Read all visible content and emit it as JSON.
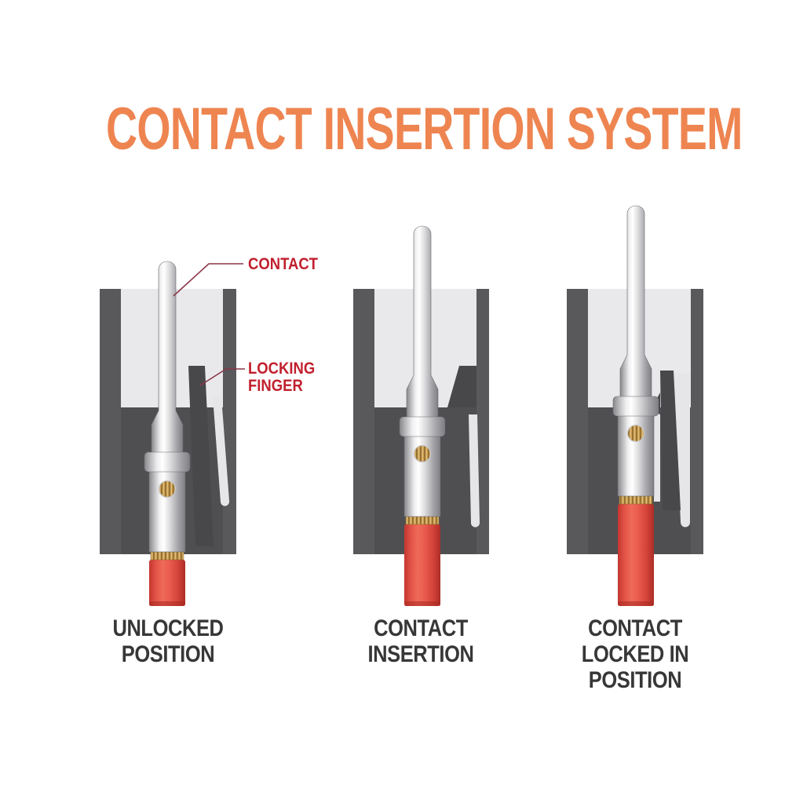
{
  "title": {
    "text": "CONTACT INSERTION SYSTEM"
  },
  "annotations": {
    "contact_label": "CONTACT",
    "locking_finger_line1": "LOCKING",
    "locking_finger_line2": "FINGER"
  },
  "panels": [
    {
      "caption": "UNLOCKED POSITION",
      "stage": "contact resting above locking finger, not locked"
    },
    {
      "caption": "CONTACT INSERTION",
      "stage": "contact pushed in, deflecting locking finger"
    },
    {
      "caption": "CONTACT LOCKED IN POSITION",
      "stage": "locking finger snapped behind contact shoulder"
    }
  ],
  "colors": {
    "background": "#FFFFFF",
    "title_color": "#EE8551",
    "annotation_text": "#C1202E",
    "leader_line": "#8A3647",
    "caption_text": "#373737",
    "housing_wall": "#59595C",
    "housing_cavity": "#E9E9EB",
    "housing_lower": "#4F4F52",
    "locking_finger": "#48484B",
    "slot": "#E6E6E8",
    "wire_red": "#E2493D",
    "brass": "#C9A058"
  }
}
